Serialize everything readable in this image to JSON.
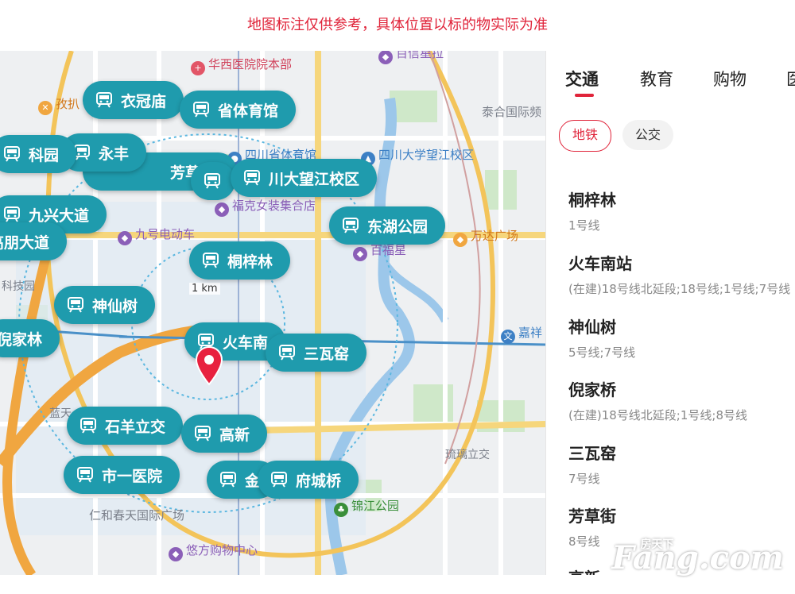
{
  "notice": "地图标注仅供参考，具体位置以标的物实际为准",
  "map": {
    "scale_label": "1 km",
    "poi": {
      "huaxi": "华西医院院本部",
      "sichuan_gym": "四川省体育馆",
      "scu_wangjiang": "四川大学望江校区",
      "taihe": "泰合国际频",
      "jiuhao": "九号电动车",
      "fuyou": "福克女装集合店",
      "wanda": "万达广场",
      "jiaxiang": "嘉祥",
      "renhe": "仁和春天国际广场",
      "youfang": "悠方购物中心",
      "jinjiang_park": "锦江公园",
      "liuli": "琉璃立交",
      "lantian": "蓝天",
      "keji": "科技园",
      "jieba": "孜扒",
      "baihua": "百福星",
      "baihui": "百信星拉"
    },
    "stations": {
      "yiguanmiao": "衣冠庙",
      "shengtiyuguan": "省体育馆",
      "keyuan": "科园",
      "yongfeng": "永丰",
      "fangcaojie": "芳草街",
      "chuanda": "川大望江校区",
      "jiuxing": "九兴大道",
      "donghu": "东湖公园",
      "gaopeng": "高朋大道",
      "tongzilin": "桐梓林",
      "shenxianshu": "神仙树",
      "nijiaqiao": "倪家林",
      "huochenan": "火车南",
      "sanwayao": "三瓦窑",
      "shiyang": "石羊立交",
      "gaoxin": "高新",
      "shiyi": "市一医院",
      "jincheng": "金",
      "fucheng": "府城桥"
    }
  },
  "panel": {
    "tabs": [
      "交通",
      "教育",
      "购物",
      "医"
    ],
    "filters": {
      "subway": "地铁",
      "bus": "公交"
    },
    "stations": [
      {
        "name": "桐梓林",
        "lines": "1号线"
      },
      {
        "name": "火车南站",
        "lines": "(在建)18号线北延段;18号线;1号线;7号线"
      },
      {
        "name": "神仙树",
        "lines": "5号线;7号线"
      },
      {
        "name": "倪家桥",
        "lines": "(在建)18号线北延段;1号线;8号线"
      },
      {
        "name": "三瓦窑",
        "lines": "7号线"
      },
      {
        "name": "芳草街",
        "lines": "8号线"
      },
      {
        "name": "高新",
        "lines": ""
      }
    ]
  },
  "watermark": {
    "main": "Fang.com",
    "sub": "房天下"
  },
  "colors": {
    "accent": "#e0243a",
    "station": "#1f9bad"
  }
}
